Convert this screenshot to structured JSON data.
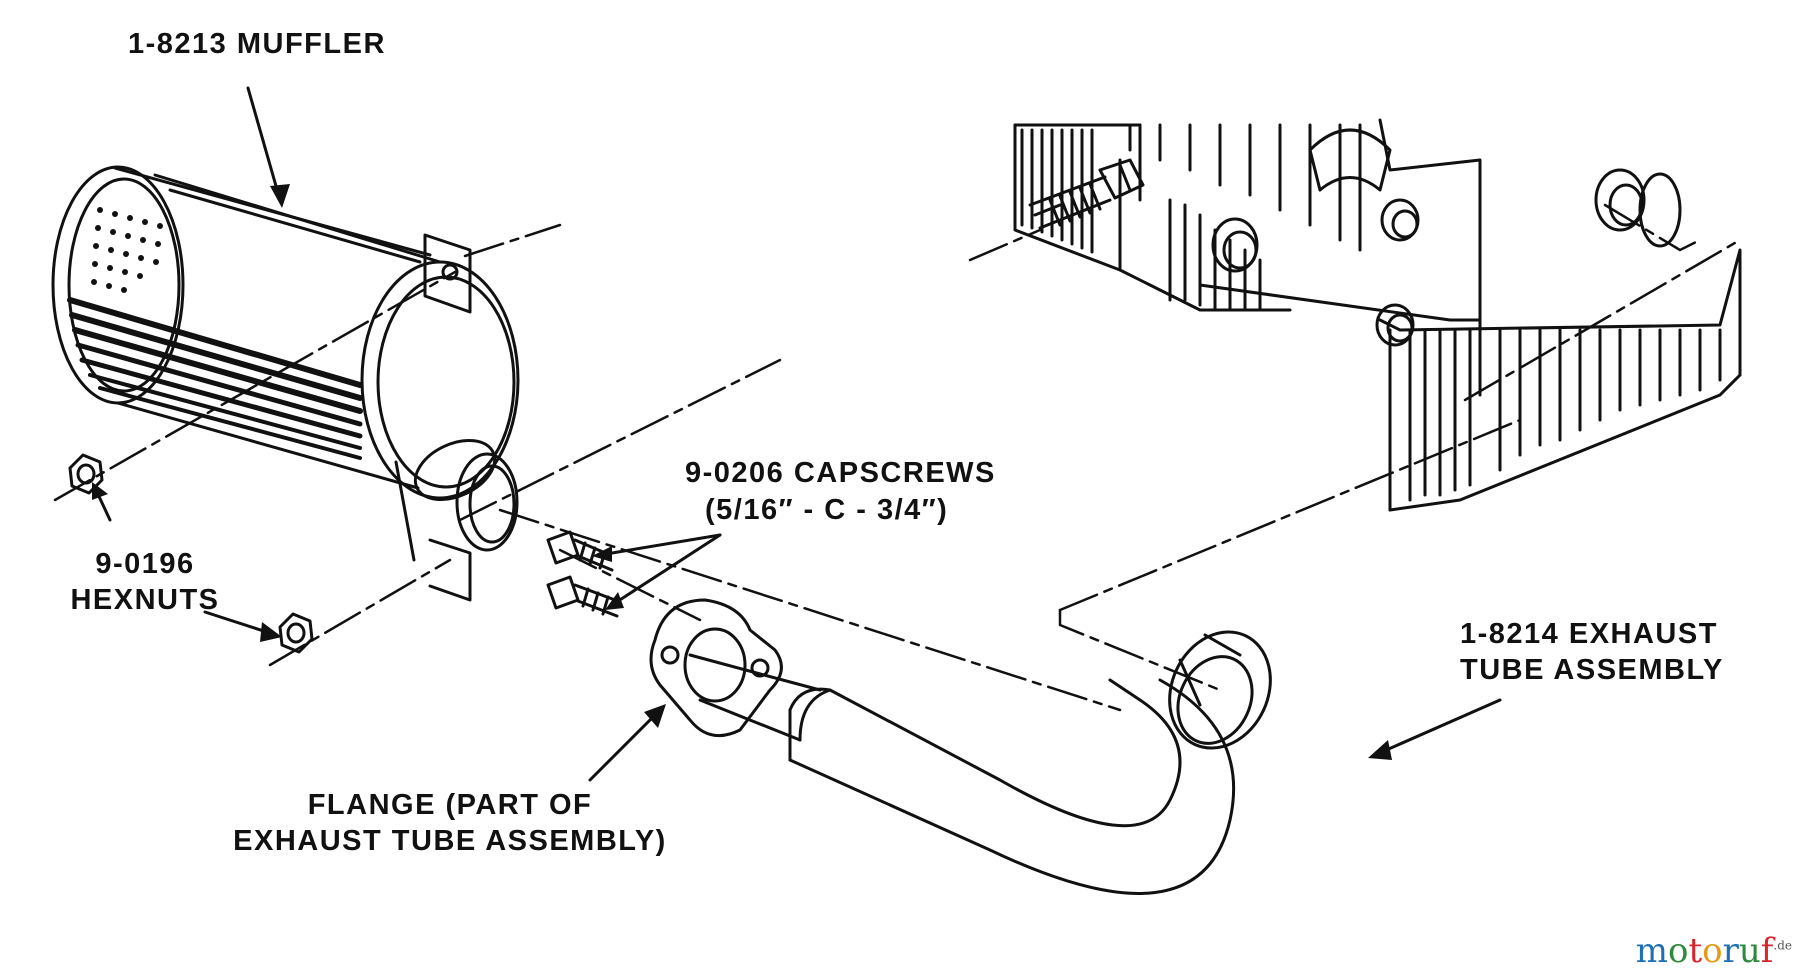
{
  "labels": {
    "muffler": "1-8213 MUFFLER",
    "hexnuts_num": "9-0196",
    "hexnuts_name": "HEXNUTS",
    "capscrews_num": "9-0206 CAPSCREWS",
    "capscrews_size": "(5/16″ - C - 3/4″)",
    "flange_line1": "FLANGE (PART OF",
    "flange_line2": "EXHAUST TUBE ASSEMBLY)",
    "exhaust_line1": "1-8214 EXHAUST",
    "exhaust_line2": "TUBE ASSEMBLY"
  },
  "watermark": {
    "letters": [
      "m",
      "o",
      "t",
      "o",
      "r",
      "u",
      "f"
    ],
    "colors": [
      "#1f6fb5",
      "#2e8b3d",
      "#d8262f",
      "#e39b17",
      "#1f6fb5",
      "#2e8b3d",
      "#d8262f"
    ],
    "suffix": ".de"
  }
}
